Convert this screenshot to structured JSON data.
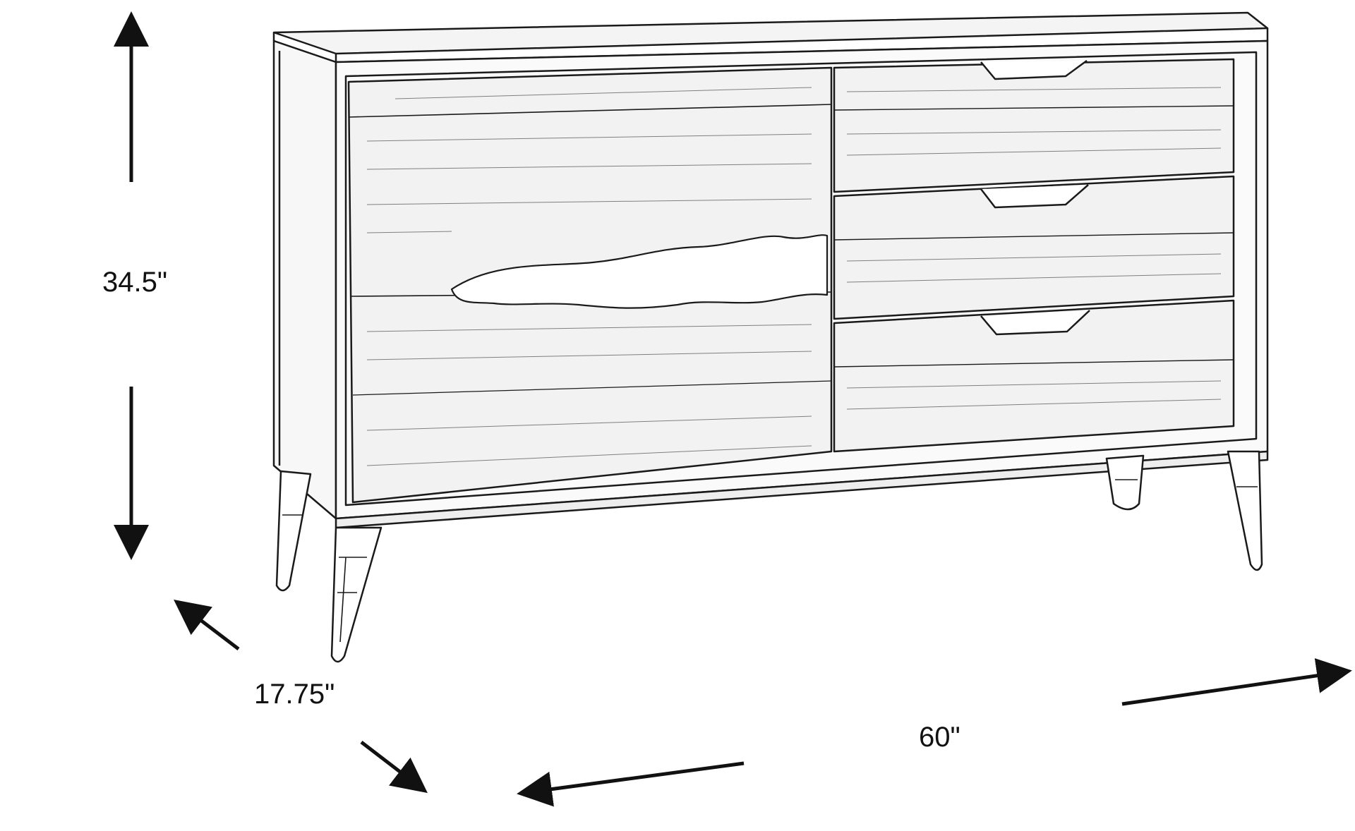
{
  "dimensions": {
    "height": "34.5\"",
    "depth": "17.75\"",
    "width": "60\""
  },
  "colors": {
    "line": "#1a1a1a",
    "background": "#ffffff",
    "grain": "#6b6b6b"
  }
}
